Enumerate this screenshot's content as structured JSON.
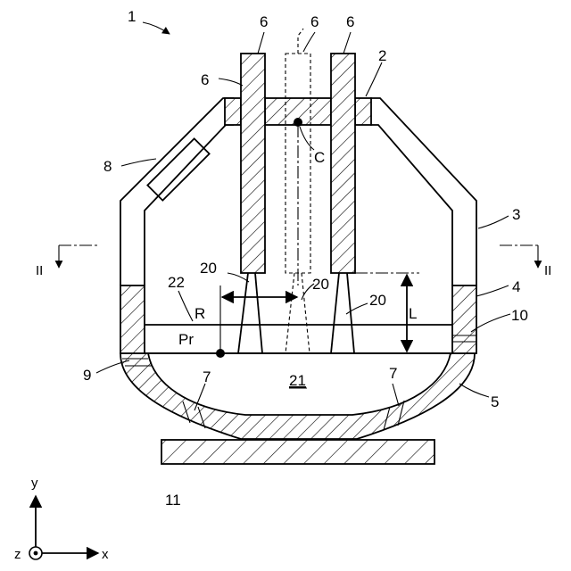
{
  "labels": {
    "device": "1",
    "roof": "2",
    "side_wall": "3",
    "ring": "4",
    "hearth": "5",
    "electrode_a": "6",
    "electrode_b": "6",
    "electrode_c": "6",
    "electrode_d": "6",
    "tuyere_left": "7",
    "tuyere_right": "7",
    "port": "8",
    "tap_left": "9",
    "tap_right": "10",
    "base": "11",
    "arc_a": "20",
    "arc_b": "20",
    "arc_c": "20",
    "bath": "21",
    "slag_level": "22",
    "center": "C",
    "point": "Pr",
    "radius": "R",
    "length": "L",
    "section_left": "II",
    "section_right": "II",
    "axis_y": "y",
    "axis_x": "x",
    "axis_z": "z"
  }
}
